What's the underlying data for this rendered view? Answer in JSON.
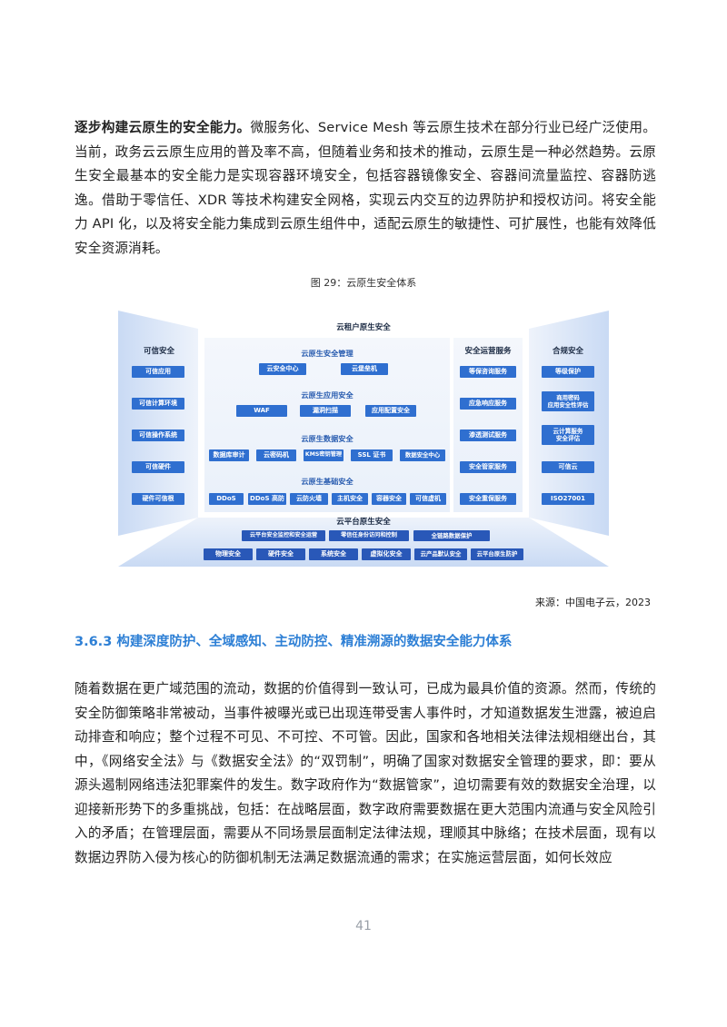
{
  "intro": {
    "lead": "逐步构建云原生的安全能力。",
    "text": "微服务化、Service Mesh 等云原生技术在部分行业已经广泛使用。当前，政务云云原生应用的普及率不高，但随着业务和技术的推动，云原生是一种必然趋势。云原生安全最基本的安全能力是实现容器环境安全，包括容器镜像安全、容器间流量监控、容器防逃逸。借助于零信任、XDR 等技术构建安全网格，实现云内交互的边界防护和授权访问。将安全能力 API 化，以及将安全能力集成到云原生组件中，适配云原生的敏捷性、可扩展性，也能有效降低安全资源消耗。"
  },
  "figure": {
    "caption": "图 29：云原生安全体系",
    "source": "来源：中国电子云，2023"
  },
  "diagram": {
    "tenant_title": "云租户原生安全",
    "platform_title": "云平台原生安全",
    "trusted": {
      "title": "可信安全",
      "items": [
        "可信应用",
        "可信计算环境",
        "可信操作系统",
        "可信硬件",
        "硬件可信根"
      ]
    },
    "compliance": {
      "title": "合规安全",
      "items": [
        "等级保护",
        "商用密码\n应用安全性评估",
        "云计算服务\n安全评估",
        "可信云",
        "ISO27001"
      ]
    },
    "ops": {
      "title": "安全运营服务",
      "items": [
        "等保咨询服务",
        "应急响应服务",
        "渗透测试服务",
        "安全管家服务",
        "安全重保服务"
      ]
    },
    "mgmt": {
      "title": "云原生安全管理",
      "items": [
        "云安全中心",
        "云堡垒机"
      ]
    },
    "app": {
      "title": "云原生应用安全",
      "items": [
        "WAF",
        "漏洞扫描",
        "应用配置安全"
      ]
    },
    "data": {
      "title": "云原生数据安全",
      "items": [
        "数据库审计",
        "云密码机",
        "KMS密钥管理",
        "SSL 证书",
        "数据安全中心"
      ]
    },
    "infra": {
      "title": "云原生基础安全",
      "items": [
        "DDoS",
        "DDoS 高防",
        "云防火墙",
        "主机安全",
        "容器安全",
        "可信虚机"
      ]
    },
    "platform_row1": [
      "云平台安全监控和安全运营",
      "零信任身份访问和控制",
      "全链路数据保护"
    ],
    "platform_row2": [
      "物理安全",
      "硬件安全",
      "系统安全",
      "虚拟化安全",
      "云产品默认安全",
      "云平台原生防护"
    ]
  },
  "section": {
    "heading": "3.6.3 构建深度防护、全域感知、主动防控、精准溯源的数据安全能力体系",
    "body": "随着数据在更广域范围的流动，数据的价值得到一致认可，已成为最具价值的资源。然而，传统的安全防御策略非常被动，当事件被曝光或已出现连带受害人事件时，才知道数据发生泄露，被迫启动排查和响应；整个过程不可见、不可控、不可管。因此，国家和各地相关法律法规相继出台，其中，《网络安全法》与《数据安全法》的“双罚制”，明确了国家对数据安全管理的要求，即：要从源头遏制网络违法犯罪案件的发生。数字政府作为“数据管家”，迫切需要有效的数据安全治理，以迎接新形势下的多重挑战，包括：在战略层面，数字政府需要数据在更大范围内流通与安全风险引入的矛盾；在管理层面，需要从不同场景层面制定法律法规，理顺其中脉络；在技术层面，现有以数据边界防入侵为核心的防御机制无法满足数据流通的需求；在实施运营层面，如何长效应"
  },
  "page_number": "41"
}
